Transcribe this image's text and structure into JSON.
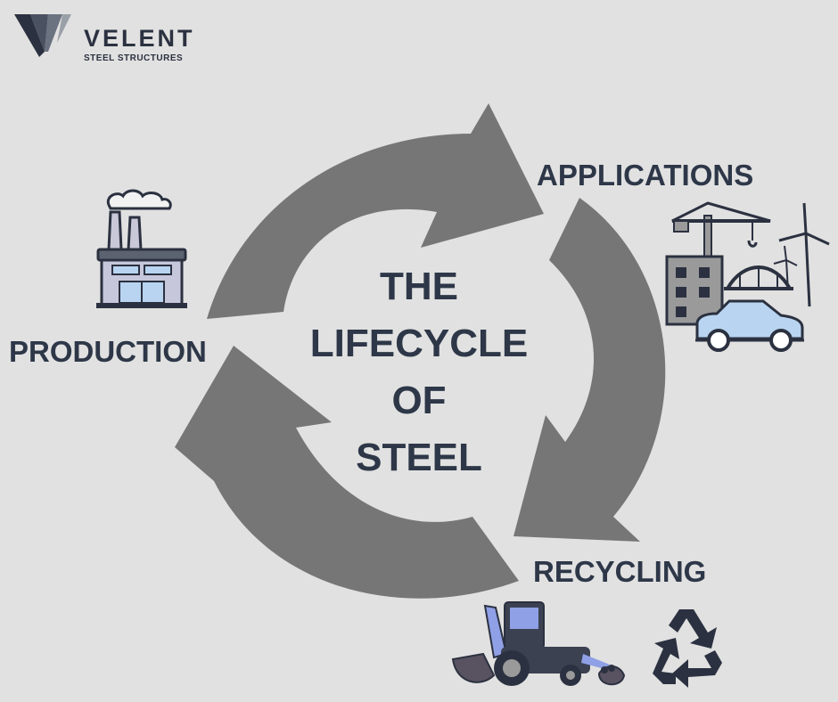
{
  "logo": {
    "name": "VELENT",
    "tagline": "STEEL STRUCTURES"
  },
  "diagram": {
    "title_lines": [
      "THE",
      "LIFECYCLE",
      "OF",
      "STEEL"
    ],
    "stages": [
      {
        "label": "PRODUCTION",
        "icon": "factory-icon"
      },
      {
        "label": "APPLICATIONS",
        "icon": "construction-city-icon"
      },
      {
        "label": "RECYCLING",
        "icon": "backhoe-and-recycle-icon"
      }
    ]
  },
  "colors": {
    "background": "#e1e1e1",
    "arrow": "#767676",
    "text": "#2d3748",
    "accent_blue": "#8fa0e6",
    "light_blue": "#b8d4f0"
  }
}
